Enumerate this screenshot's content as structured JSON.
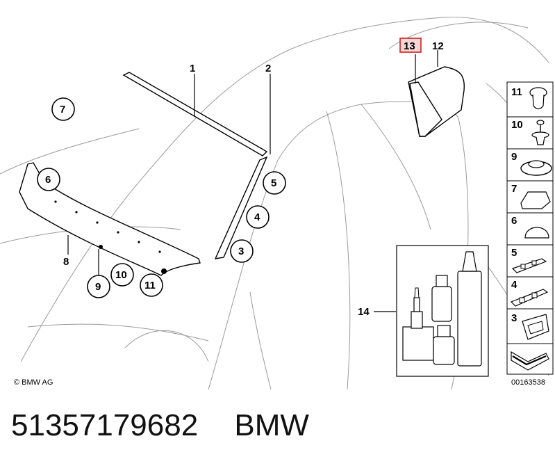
{
  "callouts": {
    "c1": "1",
    "c2": "2",
    "c3": "3",
    "c4": "4",
    "c5": "5",
    "c6": "6",
    "c7": "7",
    "c8": "8",
    "c9": "9",
    "c10": "10",
    "c11": "11",
    "c12": "12",
    "c13": "13",
    "c14": "14"
  },
  "sidebar": {
    "items": [
      {
        "label": "11",
        "icon": "push-rivet-icon"
      },
      {
        "label": "10",
        "icon": "clip-screw-icon"
      },
      {
        "label": "9",
        "icon": "grommet-icon"
      },
      {
        "label": "7",
        "icon": "buffer-block-icon"
      },
      {
        "label": "6",
        "icon": "dome-cap-icon"
      },
      {
        "label": "5",
        "icon": "clip-strip-icon"
      },
      {
        "label": "4",
        "icon": "clip-strip-icon"
      },
      {
        "label": "3",
        "icon": "bracket-clip-icon"
      }
    ]
  },
  "copyright": "© BMW AG",
  "image_code": "00163538",
  "caption": {
    "part_number": "51357179682",
    "brand": "BMW"
  },
  "colors": {
    "highlight_box": "#cc2222",
    "highlight_fill": "#f3d6d6"
  }
}
